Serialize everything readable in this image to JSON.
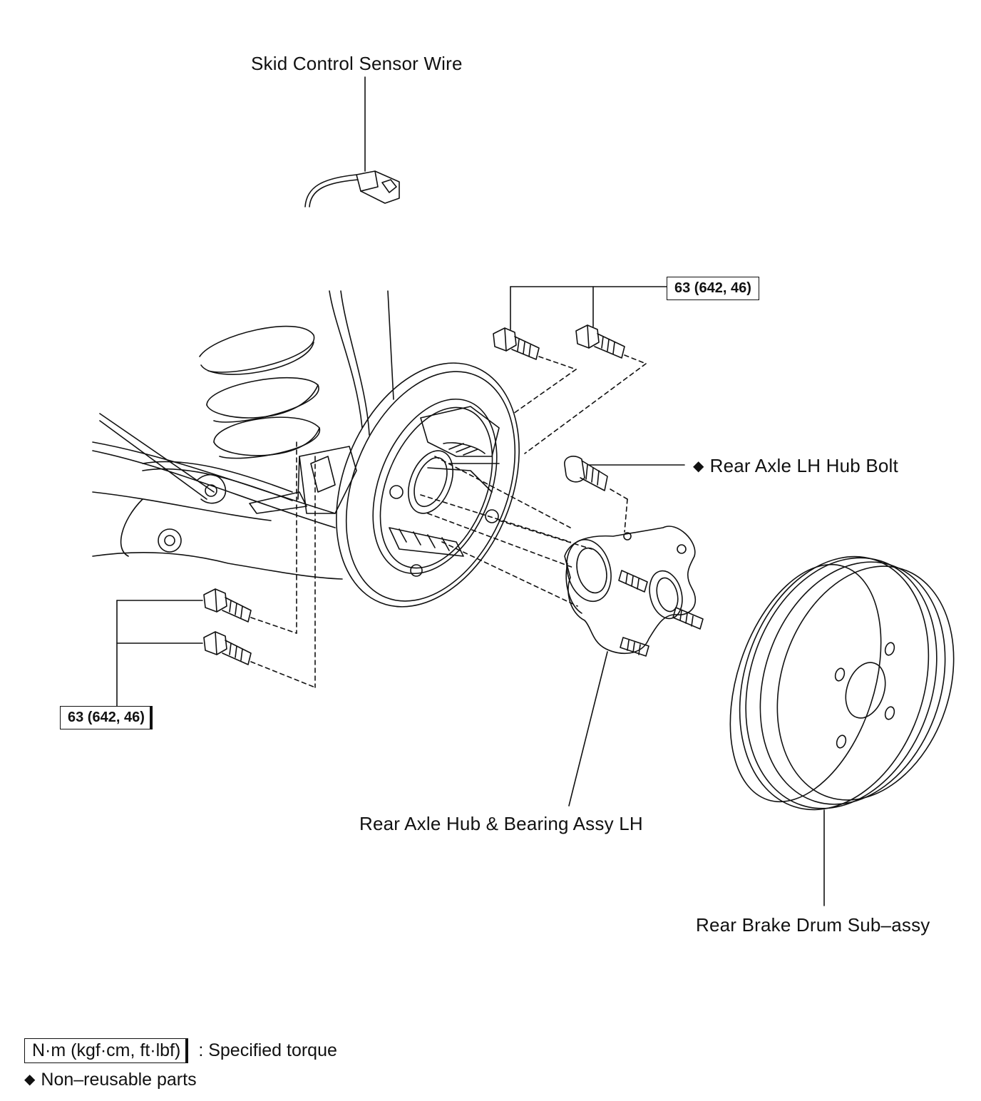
{
  "labels": {
    "sensor_wire": "Skid Control Sensor Wire",
    "hub_bolt": "Rear Axle LH Hub Bolt",
    "hub_bearing": "Rear Axle Hub & Bearing Assy LH",
    "brake_drum": "Rear Brake Drum Sub–assy"
  },
  "torque": {
    "upper": "63 (642, 46)",
    "lower": "63 (642, 46)"
  },
  "legend": {
    "torque_units": "N·m (kgf·cm, ft·lbf)",
    "torque_desc": ": Specified torque",
    "nonreusable": "Non–reusable parts",
    "diamond_symbol": "◆"
  },
  "colors": {
    "ink": "#111111",
    "paper": "#ffffff"
  }
}
